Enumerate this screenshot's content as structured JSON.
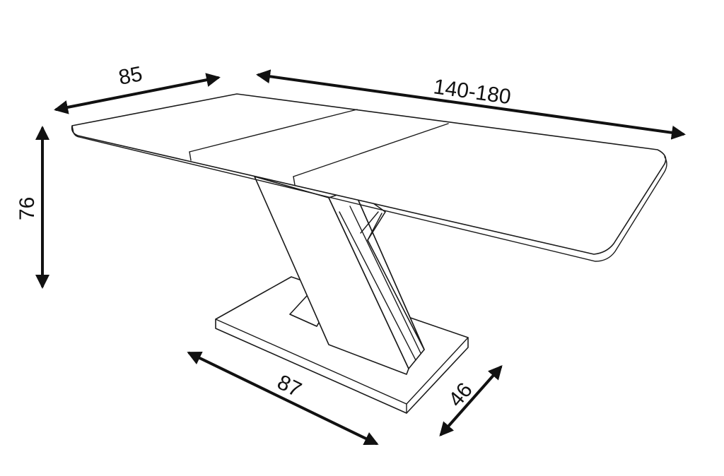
{
  "dimensions": {
    "depth_top": "85",
    "length_top": "140-180",
    "height": "76",
    "base_length": "87",
    "base_depth": "46"
  },
  "colors": {
    "line": "#1a1a1a",
    "background": "#ffffff"
  }
}
